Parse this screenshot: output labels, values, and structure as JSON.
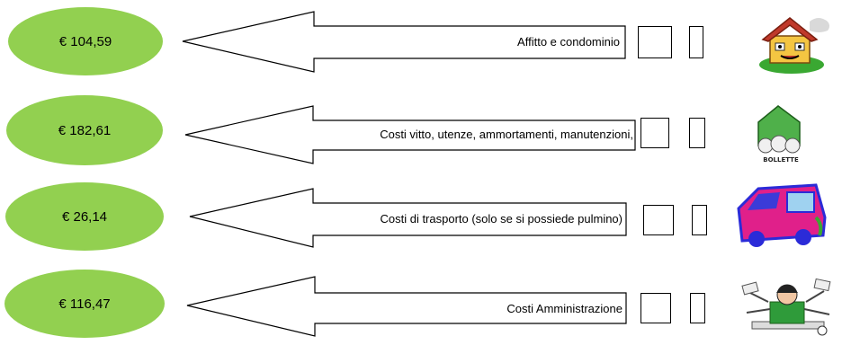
{
  "rows": [
    {
      "amount": "€ 104,59",
      "label": "Affitto e condominio",
      "icon": "house-icon"
    },
    {
      "amount": "€ 182,61",
      "label": "Costi vitto, utenze, ammortamenti, manutenzioni,",
      "icon": "bills-house-icon",
      "icon_caption": "BOLLETTE"
    },
    {
      "amount": "€ 26,14",
      "label": "Costi di trasporto (solo se si possiede pulmino)",
      "icon": "van-icon"
    },
    {
      "amount": "€ 116,47",
      "label": "Costi Amministrazione",
      "icon": "administration-icon"
    }
  ],
  "colors": {
    "oval": "#92d050",
    "stroke": "#000000"
  }
}
